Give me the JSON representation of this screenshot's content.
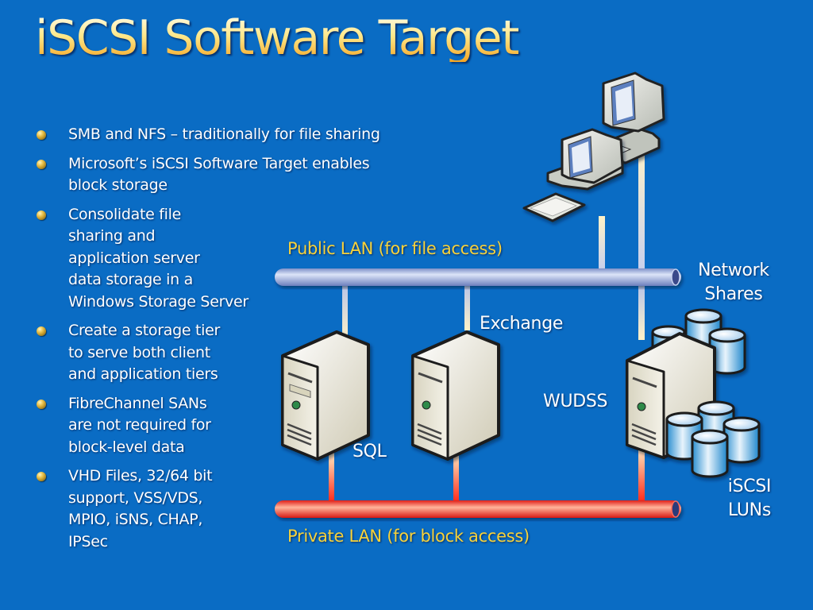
{
  "slide": {
    "title": "iSCSI Software Target",
    "bullets": [
      "SMB and NFS – traditionally for file sharing",
      "Microsoft’s iSCSI Software Target enables\nblock storage",
      "Consolidate file\nsharing and\napplication server\ndata storage in a\nWindows Storage Server",
      "Create a storage tier\nto serve both client\nand application tiers",
      "FibreChannel SANs\nare not required for\nblock-level data",
      "VHD Files, 32/64 bit\nsupport, VSS/VDS,\nMPIO, iSNS, CHAP,\nIPSec"
    ]
  },
  "diagram": {
    "public_lan_label": "Public LAN (for file access)",
    "private_lan_label": "Private LAN (for block access)",
    "servers": {
      "sql": "SQL",
      "exchange": "Exchange",
      "wudss": "WUDSS"
    },
    "storage": {
      "network_shares": "Network\nShares",
      "iscsi_luns": "iSCSI\nLUNs"
    },
    "colors": {
      "background": "#0a6cc4",
      "public_lan": "#aab8e0",
      "private_lan": "#f03a2a",
      "label_accent": "#f7d23a"
    }
  }
}
